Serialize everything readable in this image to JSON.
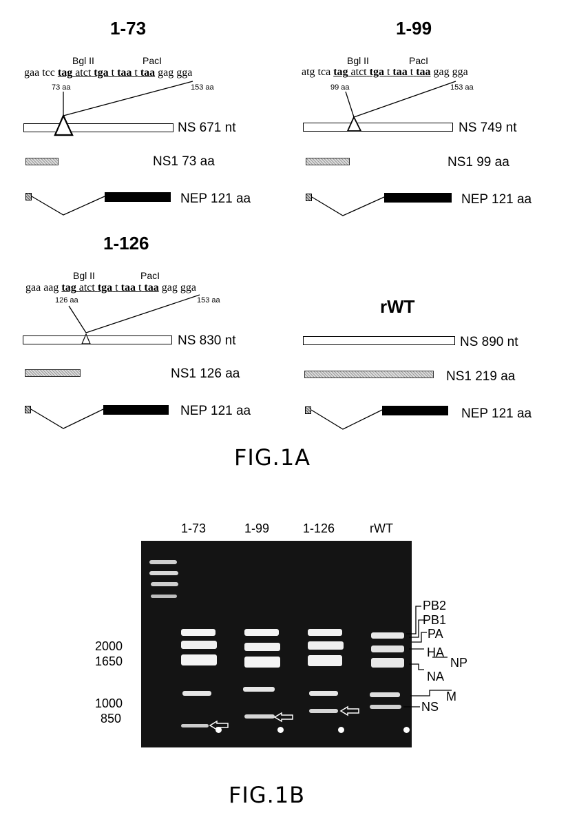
{
  "fig1a": {
    "caption": "FIG.1A",
    "panels": [
      {
        "title": "1-73",
        "enzyme1": "Bgl II",
        "enzyme2": "PacI",
        "seq_prefix": "gaa tcc",
        "seq_insert": [
          "tag",
          "atct",
          "tga",
          "t",
          "taa",
          "t",
          "taa"
        ],
        "seq_suffix": "gag gga",
        "pos_left": "73 aa",
        "pos_right": "153 aa",
        "ns_label": "NS 671 nt",
        "ns1_label": "NS1 73 aa",
        "nep_label": "NEP 121 aa"
      },
      {
        "title": "1-99",
        "enzyme1": "Bgl II",
        "enzyme2": "PacI",
        "seq_prefix": "atg tca",
        "seq_insert": [
          "tag",
          "atct",
          "tga",
          "t",
          "taa",
          "t",
          "taa"
        ],
        "seq_suffix": "gag gga",
        "pos_left": "99 aa",
        "pos_right": "153 aa",
        "ns_label": "NS 749 nt",
        "ns1_label": "NS1 99 aa",
        "nep_label": "NEP 121 aa"
      },
      {
        "title": "1-126",
        "enzyme1": "Bgl II",
        "enzyme2": "PacI",
        "seq_prefix": "gaa aag",
        "seq_insert": [
          "tag",
          "atct",
          "tga",
          "t",
          "taa",
          "t",
          "taa"
        ],
        "seq_suffix": "gag gga",
        "pos_left": "126 aa",
        "pos_right": "153 aa",
        "ns_label": "NS 830 nt",
        "ns1_label": "NS1 126 aa",
        "nep_label": "NEP 121 aa"
      },
      {
        "title": "rWT",
        "ns_label": "NS 890 nt",
        "ns1_label": "NS1 219 aa",
        "nep_label": "NEP 121 aa"
      }
    ]
  },
  "fig1b": {
    "caption": "FIG.1B",
    "lanes": [
      "1-73",
      "1-99",
      "1-126",
      "rWT"
    ],
    "markers": [
      "2000",
      "1650",
      "1000",
      "850"
    ],
    "segments": [
      "PB2",
      "PB1",
      "PA",
      "HA",
      "NP",
      "NA",
      "M",
      "NS"
    ]
  },
  "colors": {
    "ink": "#000000",
    "gel_bg": "#141414",
    "band": "#f2f2f2"
  }
}
